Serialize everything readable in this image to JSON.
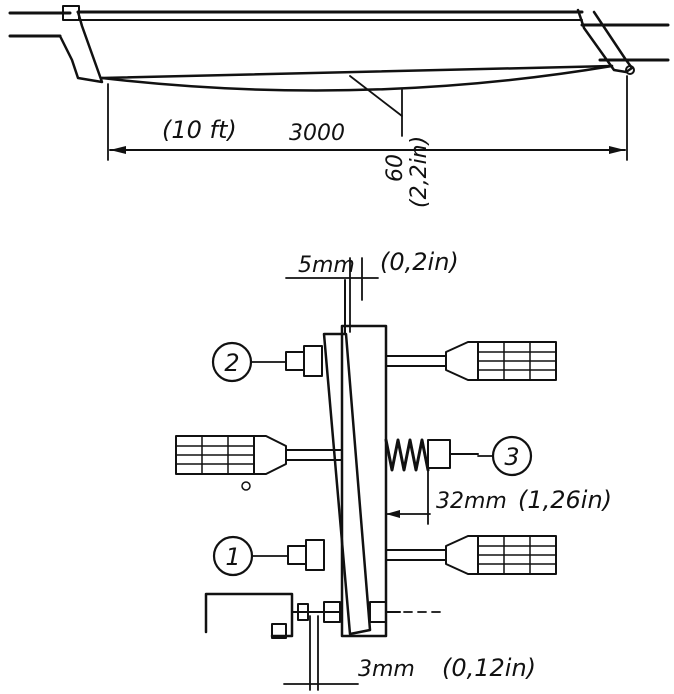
{
  "colors": {
    "ink": "#111111",
    "paper": "#ffffff"
  },
  "top_view": {
    "span_imperial": "(10 ft)",
    "span_metric": "3000",
    "sag_metric": "60",
    "sag_imperial": "(2,2in)"
  },
  "detail_view": {
    "gap_top_metric": "5mm",
    "gap_top_imperial": "(0,2in)",
    "spring_metric": "32mm",
    "spring_imperial": "(1,26in)",
    "gap_bottom_metric": "3mm",
    "gap_bottom_imperial": "(0,12in)",
    "callouts": [
      "2",
      "3",
      "1"
    ]
  }
}
